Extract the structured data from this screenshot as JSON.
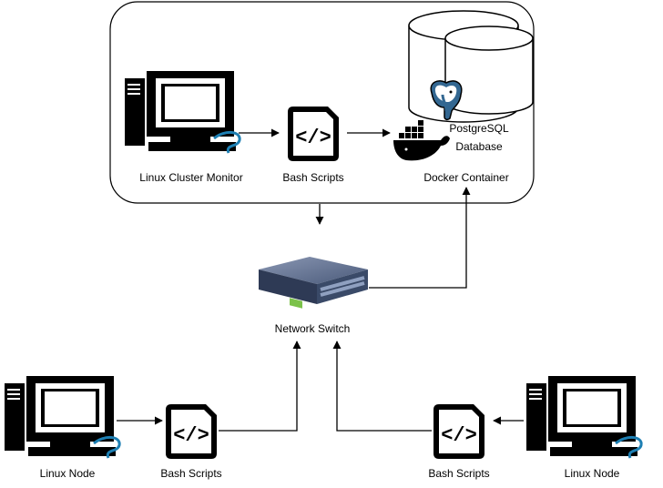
{
  "nodes": {
    "monitor": {
      "label": "Linux Cluster Monitor"
    },
    "bash_top": {
      "label": "Bash Scripts"
    },
    "docker": {
      "label": "Docker Container"
    },
    "postgres": {
      "label_line1": "PostgreSQL",
      "label_line2": "Database"
    },
    "switch": {
      "label": "Network Switch"
    },
    "node_left": {
      "label": "Linux Node"
    },
    "bash_left": {
      "label": "Bash Scripts"
    },
    "bash_right": {
      "label": "Bash Scripts"
    },
    "node_right": {
      "label": "Linux Node"
    }
  },
  "icons": {
    "computer": "computer-icon",
    "script": "script-file-icon",
    "database": "database-cylinder-icon",
    "postgres": "postgresql-elephant-icon",
    "docker": "docker-whale-icon",
    "switch": "network-switch-icon"
  },
  "colors": {
    "line": "#000000",
    "tux_blue": "#1d7fb3",
    "switch_body": "#3a4a68",
    "switch_ports": "#7cc24a"
  }
}
